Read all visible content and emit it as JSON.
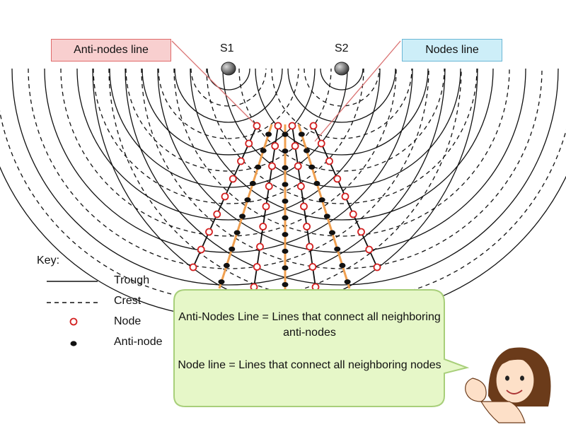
{
  "labels": {
    "anti_nodes_line": "Anti-nodes line",
    "nodes_line": "Nodes line",
    "source1": "S1",
    "source2": "S2"
  },
  "key": {
    "title": "Key:",
    "trough": "Trough",
    "crest": "Crest",
    "node": "Node",
    "anti_node": "Anti-node"
  },
  "callout": {
    "line1": "Anti-Nodes Line = Lines that connect all neighboring anti-nodes",
    "line2": "Node line = Lines that connect all neighboring nodes"
  },
  "colors": {
    "anti_box_fill": "#f8cfcf",
    "anti_box_border": "#e06b6b",
    "nodes_box_fill": "#cdeef8",
    "nodes_box_border": "#6bb7d6",
    "node": "#d32020",
    "antinode": "#111111",
    "antinode_line": "#f0a050",
    "callout_fill": "#e6f7c8",
    "callout_border": "#a8cf7a",
    "pointer_line": "#d97070"
  },
  "icons": {
    "presenter": "presenter-girl-icon",
    "source": "wave-source-icon"
  }
}
